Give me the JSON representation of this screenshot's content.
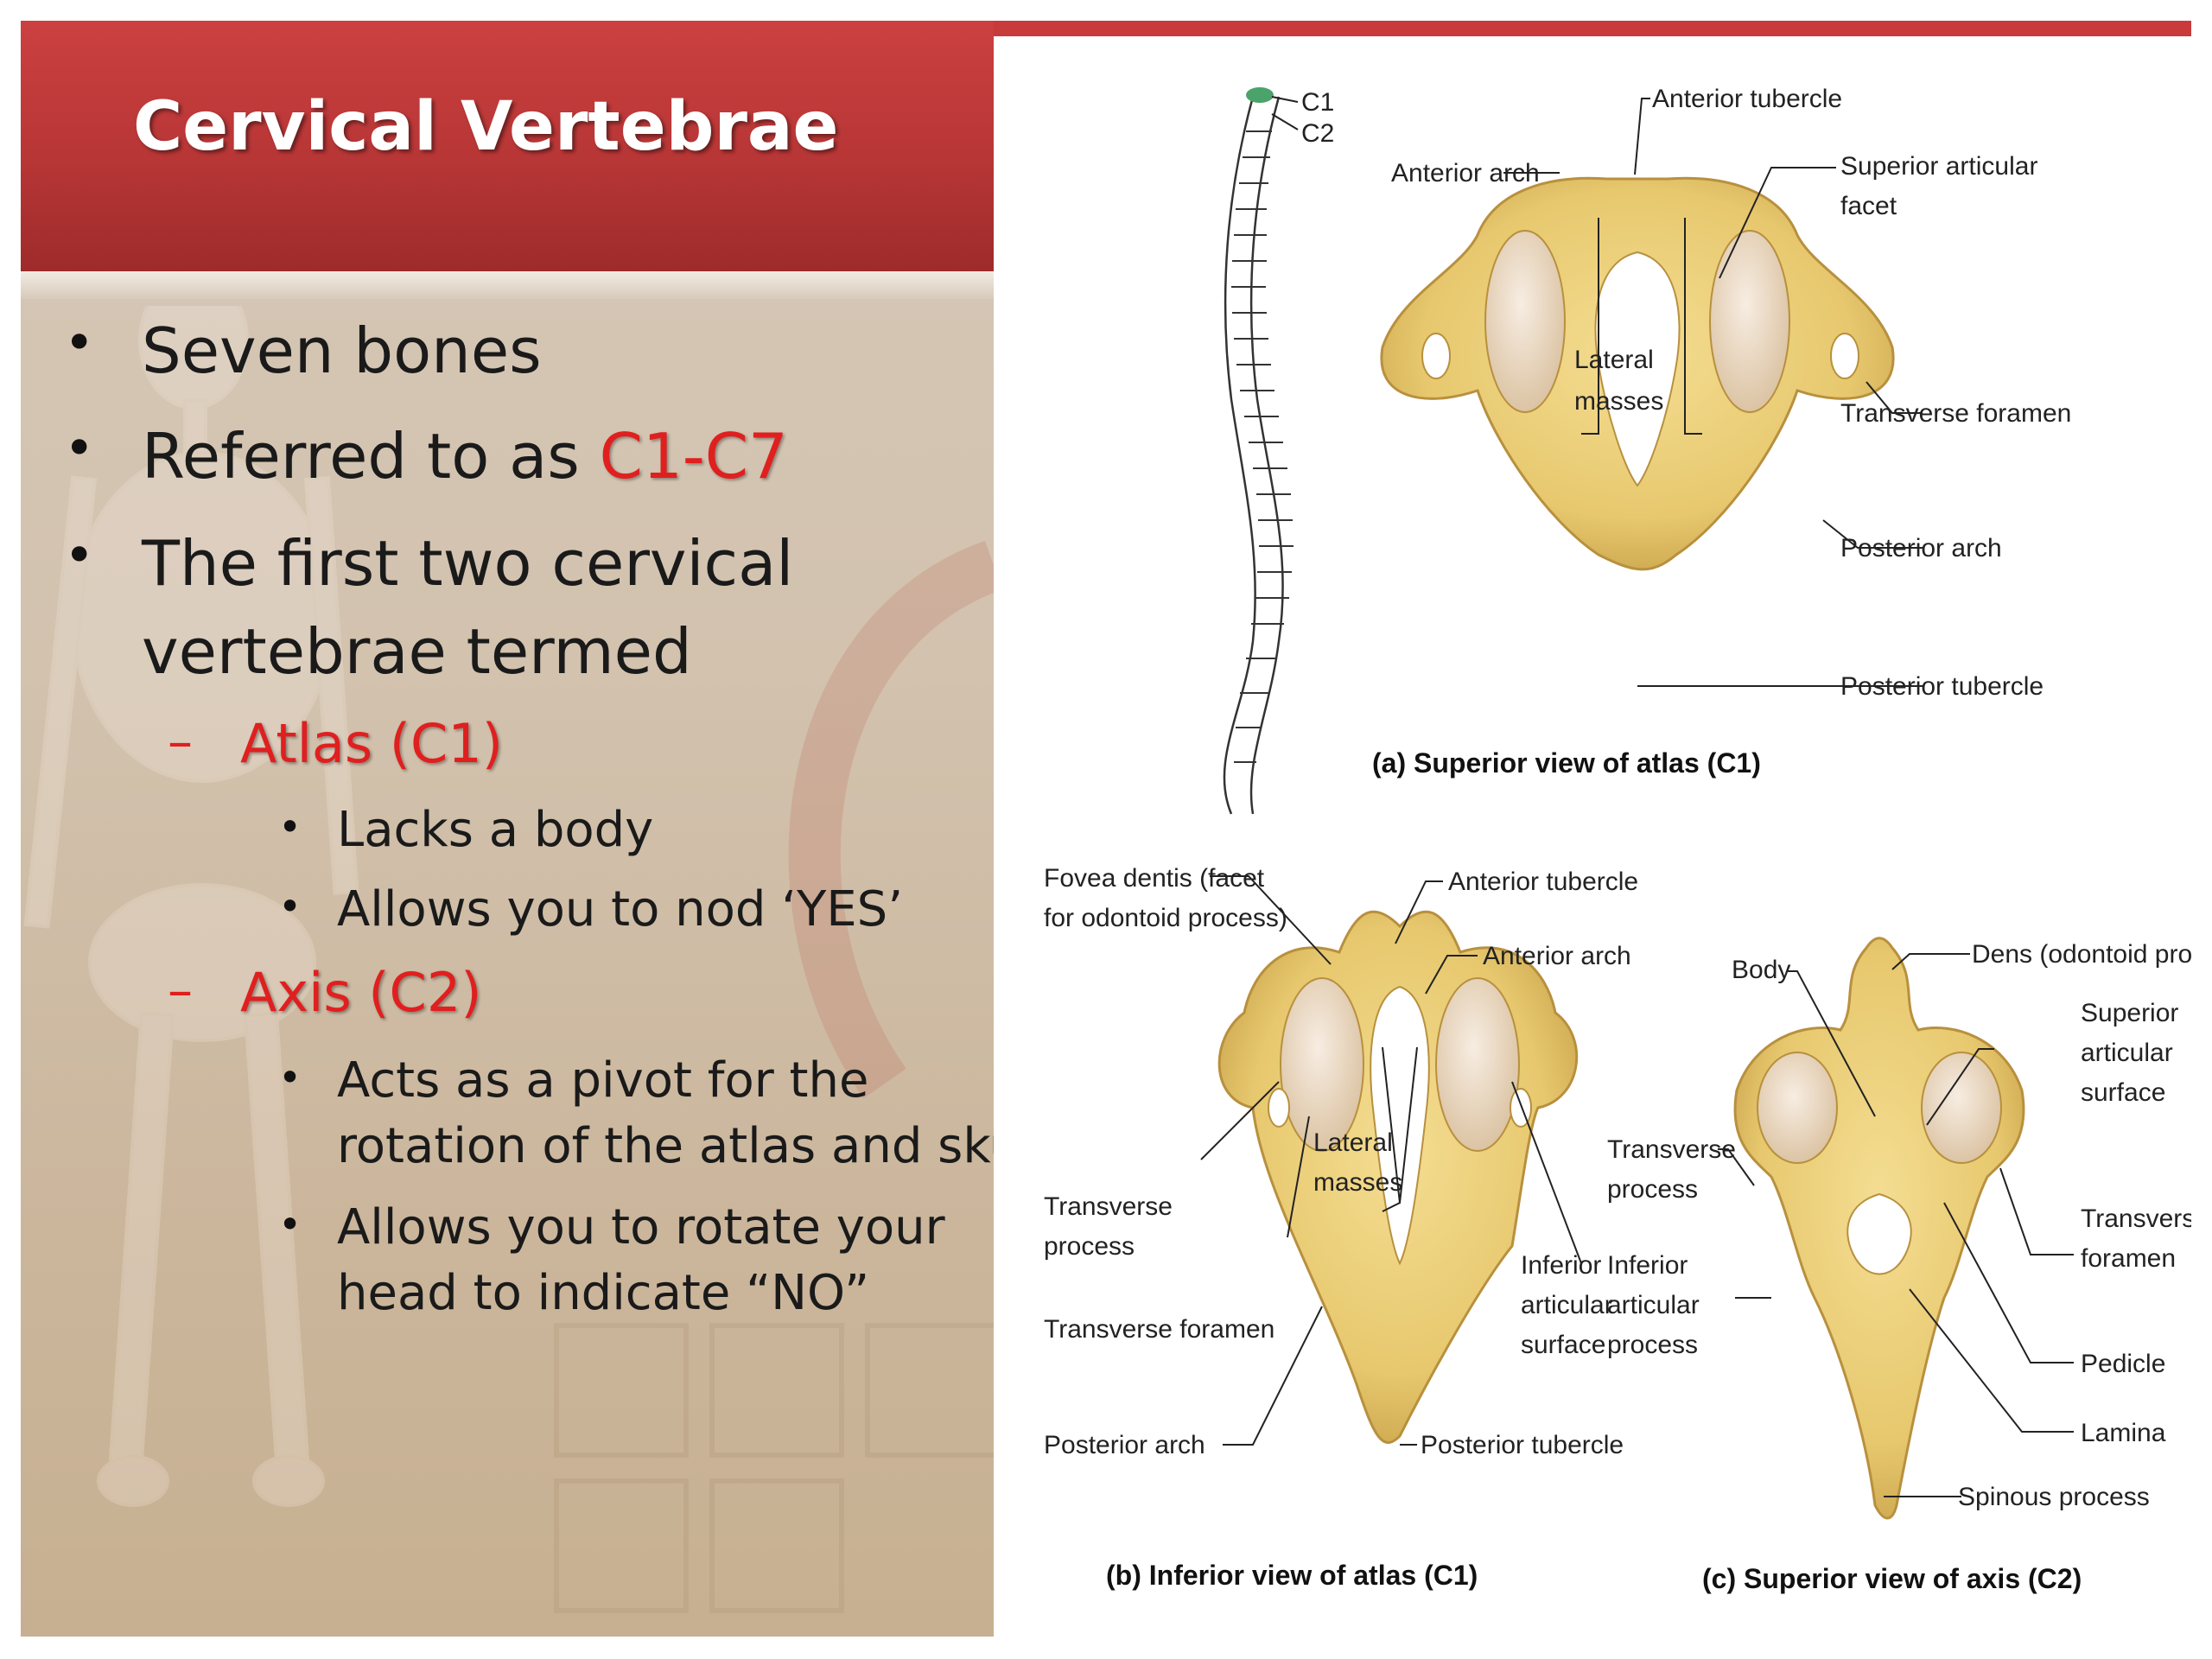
{
  "slide": {
    "title": "Cervical Vertebrae",
    "bullets": {
      "seven_bones": "Seven bones",
      "referred_prefix": "Referred to as ",
      "referred_highlight": "C1-C7",
      "first_two_line1": "The first two cervical",
      "first_two_line2": "vertebrae termed",
      "atlas": "Atlas (C1)",
      "atlas_sub1": "Lacks a body",
      "atlas_sub2": "Allows you to nod ‘YES’",
      "axis": "Axis (C2)",
      "axis_sub1_line1": "Acts as a pivot for the",
      "axis_sub1_line2": "rotation of the atlas and skull",
      "axis_sub2_line1": "Allows you to rotate your",
      "axis_sub2_line2": "head to indicate “NO”"
    },
    "markers": {
      "bullet": "•",
      "dash": "–"
    }
  },
  "diagram": {
    "spine": {
      "c1": "C1",
      "c2": "C2"
    },
    "a": {
      "caption": "(a) Superior view of atlas (C1)",
      "anterior_tubercle": "Anterior tubercle",
      "anterior_arch": "Anterior arch",
      "superior_articular_facet_1": "Superior articular",
      "superior_articular_facet_2": "facet",
      "lateral_masses_1": "Lateral",
      "lateral_masses_2": "masses",
      "transverse_foramen": "Transverse foramen",
      "posterior_arch": "Posterior arch",
      "posterior_tubercle": "Posterior tubercle"
    },
    "b": {
      "caption": "(b) Inferior view of atlas (C1)",
      "fovea_dentis_1": "Fovea dentis (facet",
      "fovea_dentis_2": "for odontoid process)",
      "anterior_tubercle": "Anterior tubercle",
      "anterior_arch": "Anterior arch",
      "lateral_masses_1": "Lateral",
      "lateral_masses_2": "masses",
      "transverse_process_1": "Transverse",
      "transverse_process_2": "process",
      "transverse_foramen": "Transverse foramen",
      "inferior_articular_surface_1": "Inferior",
      "inferior_articular_surface_2": "articular",
      "inferior_articular_surface_3": "surface",
      "posterior_arch": "Posterior arch",
      "posterior_tubercle": "Posterior tubercle"
    },
    "c": {
      "caption": "(c) Superior view of axis (C2)",
      "body": "Body",
      "dens": "Dens (odontoid process)",
      "superior_articular_surface_1": "Superior",
      "superior_articular_surface_2": "articular",
      "superior_articular_surface_3": "surface",
      "transverse_process_1": "Transverse",
      "transverse_process_2": "process",
      "inferior_articular_process_1": "Inferior",
      "inferior_articular_process_2": "articular",
      "inferior_articular_process_3": "process",
      "transverse_foramen_1": "Transverse",
      "transverse_foramen_2": "foramen",
      "pedicle": "Pedicle",
      "lamina": "Lamina",
      "spinous_process": "Spinous process"
    }
  },
  "colors": {
    "header_red": "#c93a3a",
    "highlight_red": "#e01f1f",
    "bone": "#e9cf7e",
    "facet": "#efe1cf"
  }
}
